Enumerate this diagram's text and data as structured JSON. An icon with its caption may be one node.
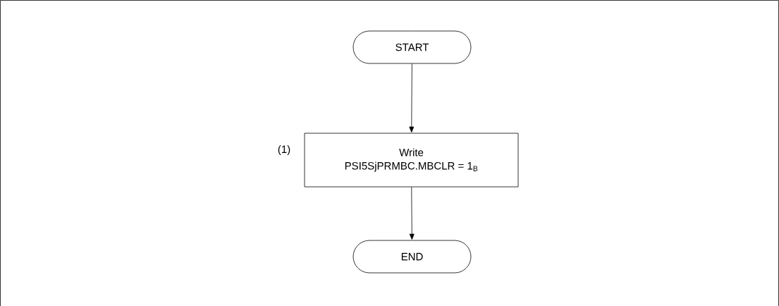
{
  "diagram": {
    "nodes": [
      {
        "text": [
          "START"
        ]
      },
      {
        "text": [
          "Write",
          "PSI5SjPRMBC.MBCLR = 1$_{B}$"
        ],
        "beside": [
          "(1)"
        ]
      },
      {
        "text": [
          "END"
        ]
      }
    ],
    "edges": [
      {
        "from": 0,
        "to": 1,
        "arrow": "to"
      },
      {
        "from": 1,
        "to": 2,
        "arrow": "to"
      }
    ]
  }
}
